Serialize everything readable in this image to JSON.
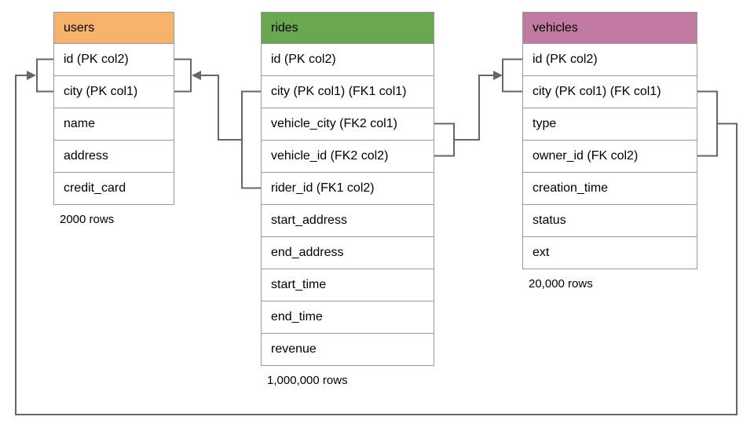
{
  "diagram": {
    "background": "#ffffff",
    "connector_color": "#666666",
    "table_border_color": "#999999",
    "tables": [
      {
        "name": "users",
        "header_color": "#F6B26B",
        "rows": [
          "id (PK col2)",
          "city (PK col1)",
          "name",
          "address",
          "credit_card"
        ],
        "row_count": "2000 rows"
      },
      {
        "name": "rides",
        "header_color": "#6AA84F",
        "rows": [
          "id (PK col2)",
          "city (PK col1) (FK1 col1)",
          "vehicle_city (FK2 col1)",
          "vehicle_id (FK2 col2)",
          "rider_id (FK1 col2)",
          "start_address",
          "end_address",
          "start_time",
          "end_time",
          "revenue"
        ],
        "row_count": "1,000,000 rows"
      },
      {
        "name": "vehicles",
        "header_color": "#C27BA0",
        "rows": [
          "id (PK col2)",
          "city (PK col1) (FK col1)",
          "type",
          "owner_id (FK col2)",
          "creation_time",
          "status",
          "ext"
        ],
        "row_count": "20,000 rows"
      }
    ],
    "relationships": [
      {
        "name": "rides-fk1",
        "description": "rides (city, rider_id) FK1 -> users (id, city)"
      },
      {
        "name": "rides-fk2",
        "description": "rides (vehicle_city, vehicle_id) FK2 -> vehicles (id, city)"
      },
      {
        "name": "vehicles-fk",
        "description": "vehicles (city, owner_id) FK -> users (id, city)"
      }
    ]
  }
}
